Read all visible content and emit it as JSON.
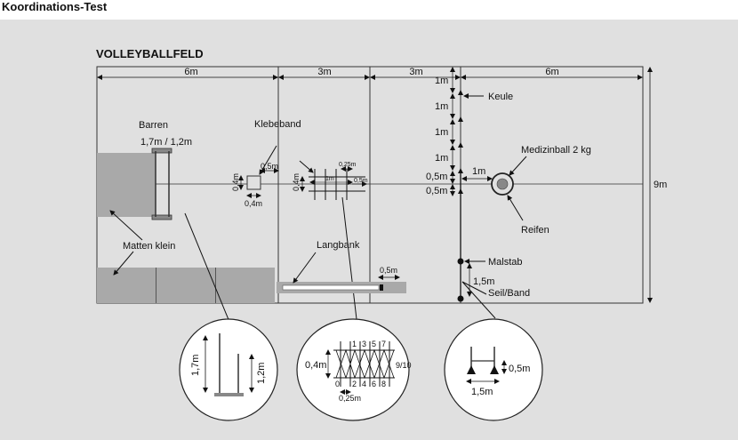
{
  "title": "Koordinations-Test",
  "field_title": "VOLLEYBALLFELD",
  "top_dims": [
    "6m",
    "3m",
    "3m",
    "6m"
  ],
  "height_dim": "9m",
  "labels": {
    "barren": "Barren",
    "barren_heights": "1,7m / 1,2m",
    "klebeband": "Klebeband",
    "medizinball": "Medizinball 2 kg",
    "keule": "Keule",
    "reifen": "Reifen",
    "matten": "Matten klein",
    "langbank": "Langbank",
    "malstab": "Malstab",
    "seil": "Seil/Band"
  },
  "dims": {
    "square_top": "0,5m",
    "square_side": "0,4m",
    "square_bottom": "0,4m",
    "tape_left": "0,4m",
    "tape_small": "0,25m",
    "tape_1m": "1m",
    "tape_05": "0,5m",
    "bench": "0,5m",
    "col_1m": "1m",
    "col_05": "0,5m",
    "ball": "1m",
    "rope": "1,5m"
  },
  "insets": {
    "barren_left": "1,7m",
    "barren_right": "1,2m",
    "tape_height": "0,4m",
    "tape_right": "9/10",
    "tape_top_nums": [
      "1",
      "3",
      "5",
      "7"
    ],
    "tape_bottom_nums": [
      "0",
      "2",
      "4",
      "6",
      "8"
    ],
    "tape_bottom_dim": "0,25m",
    "rope_height": "0,5m",
    "rope_width": "1,5m"
  }
}
